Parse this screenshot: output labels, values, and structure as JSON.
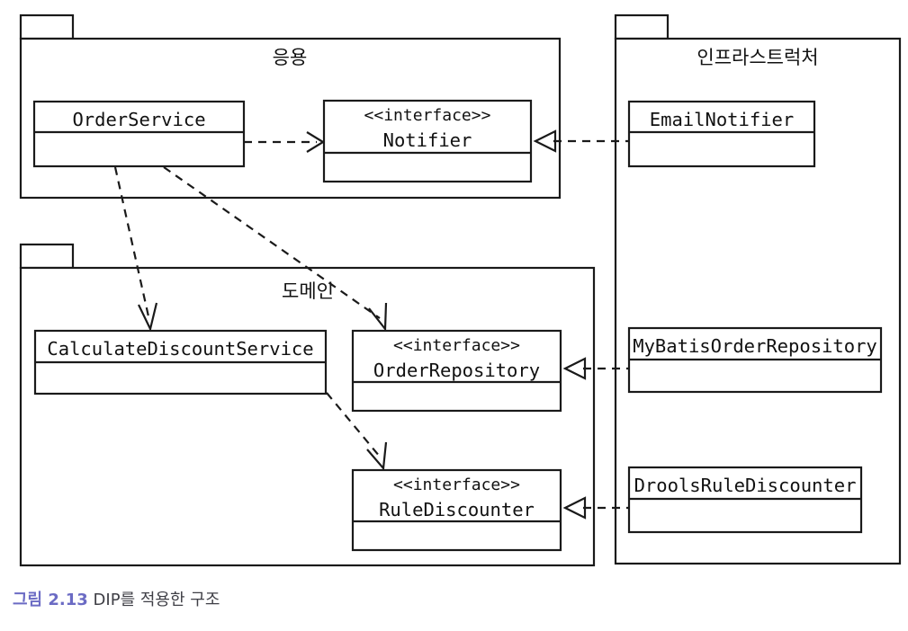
{
  "figure": {
    "caption_number": "그림 2.13",
    "caption_text": "DIP를 적용한 구조",
    "caption_number_color": "#6b6bc4",
    "caption_text_color": "#3f3f46",
    "line_color": "#1a1a1a",
    "fill_color": "#ffffff"
  },
  "packages": [
    {
      "id": "application",
      "label": "응용"
    },
    {
      "id": "domain",
      "label": "도메인"
    },
    {
      "id": "infrastructure",
      "label": "인프라스트럭처"
    }
  ],
  "classes": [
    {
      "id": "order-service",
      "stereotype": "",
      "name": "OrderService",
      "package": "application"
    },
    {
      "id": "notifier",
      "stereotype": "<<interface>>",
      "name": "Notifier",
      "package": "application"
    },
    {
      "id": "calculate-discount-service",
      "stereotype": "",
      "name": "CalculateDiscountService",
      "package": "domain"
    },
    {
      "id": "order-repository",
      "stereotype": "<<interface>>",
      "name": "OrderRepository",
      "package": "domain"
    },
    {
      "id": "rule-discounter",
      "stereotype": "<<interface>>",
      "name": "RuleDiscounter",
      "package": "domain"
    },
    {
      "id": "email-notifier",
      "stereotype": "",
      "name": "EmailNotifier",
      "package": "infrastructure"
    },
    {
      "id": "mybatis-order-repository",
      "stereotype": "",
      "name": "MyBatisOrderRepository",
      "package": "infrastructure"
    },
    {
      "id": "drools-rule-discounter",
      "stereotype": "",
      "name": "DroolsRuleDiscounter",
      "package": "infrastructure"
    }
  ],
  "relations": [
    {
      "id": "rel-orderservice-notifier",
      "from": "OrderService",
      "to": "Notifier",
      "type": "dependency"
    },
    {
      "id": "rel-orderservice-calculatediscountservice",
      "from": "OrderService",
      "to": "CalculateDiscountService",
      "type": "dependency"
    },
    {
      "id": "rel-orderservice-orderrepository",
      "from": "OrderService",
      "to": "OrderRepository",
      "type": "dependency"
    },
    {
      "id": "rel-calculatediscountservice-rulediscounter",
      "from": "CalculateDiscountService",
      "to": "RuleDiscounter",
      "type": "dependency"
    },
    {
      "id": "rel-emailnotifier-notifier",
      "from": "EmailNotifier",
      "to": "Notifier",
      "type": "realization"
    },
    {
      "id": "rel-mybatisorderrepository-orderrepository",
      "from": "MyBatisOrderRepository",
      "to": "OrderRepository",
      "type": "realization"
    },
    {
      "id": "rel-droolsrulediscounter-rulediscounter",
      "from": "DroolsRuleDiscounter",
      "to": "RuleDiscounter",
      "type": "realization"
    }
  ]
}
